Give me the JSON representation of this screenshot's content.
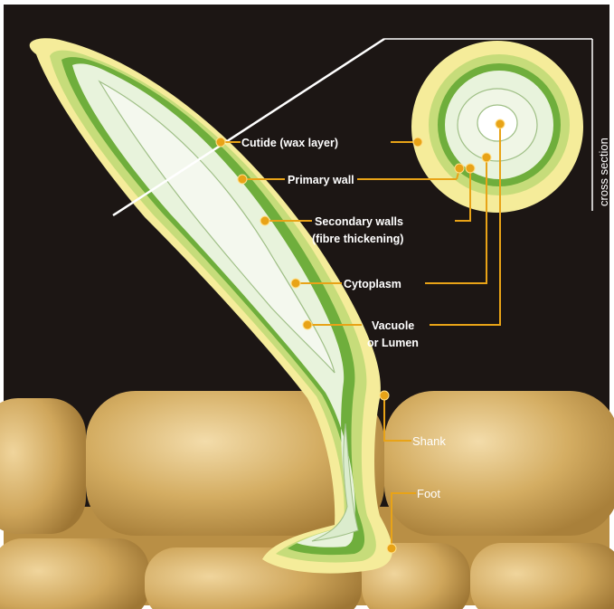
{
  "diagram": {
    "colors": {
      "background": "#1c1614",
      "cell": "#c9a255",
      "cell_light": "#e6c78a",
      "cuticle": "#f5ec9a",
      "primary_wall": "#c6dc7a",
      "secondary_wall": "#6fae3c",
      "cytoplasm": "#e5f0d8",
      "leader": "#e8a317"
    },
    "labels": {
      "cuticle": "Cutide (wax layer)",
      "primary_wall": "Primary wall",
      "secondary_walls_1": "Secondary walls",
      "secondary_walls_2": "(fibre thickening)",
      "cytoplasm": "Cytoplasm",
      "vacuole_1": "Vacuole",
      "vacuole_2": "or Lumen",
      "shank": "Shank",
      "foot": "Foot",
      "cross_section": "cross section"
    }
  }
}
